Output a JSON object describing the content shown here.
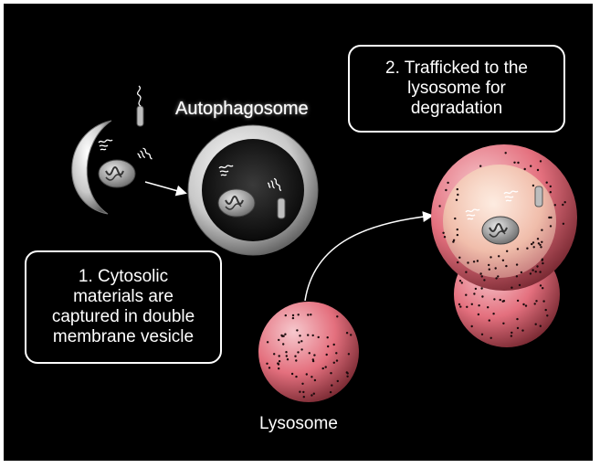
{
  "labels": {
    "autophagosome": "Autophagosome",
    "lysosome": "Lysosome"
  },
  "callouts": {
    "step1": [
      "1. Cytosolic",
      "materials are",
      "captured in double",
      "membrane vesicle"
    ],
    "step2": [
      "2. Trafficked to the",
      "lysosome for",
      "degradation"
    ]
  },
  "colors": {
    "background": "#000000",
    "lysosome": "#e4707e",
    "membrane": "#d8d8d8",
    "callout_border": "#ffffff"
  }
}
